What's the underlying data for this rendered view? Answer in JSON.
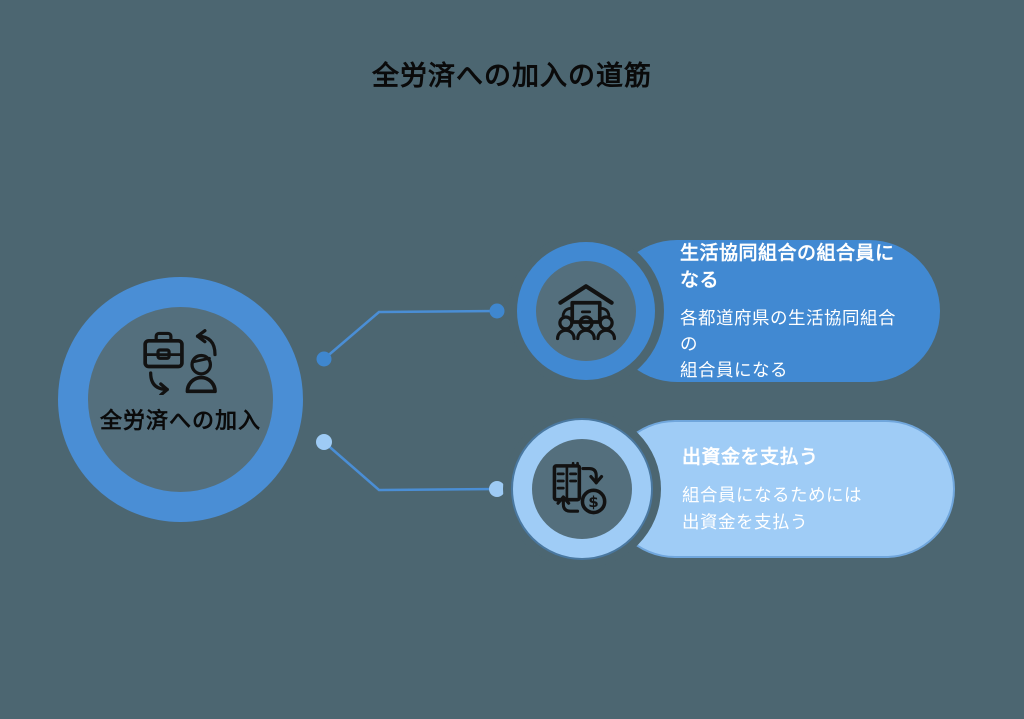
{
  "title": "全労済への加入の道筋",
  "center": {
    "label": "全労済への加入",
    "icon": "briefcase-person-exchange-icon"
  },
  "branches": [
    {
      "id": "coop-membership",
      "icon": "coop-members-house-icon",
      "heading": "生活協同組合の組合員になる",
      "body_lines": [
        "各都道府県の生活協同組合の",
        "組合員になる"
      ]
    },
    {
      "id": "pay-investment",
      "icon": "money-payment-icon",
      "heading": "出資金を支払う",
      "body_lines": [
        "組合員になるためには",
        "出資金を支払う"
      ]
    }
  ],
  "colors": {
    "background": "#4c6671",
    "medium_blue": "#4189d2",
    "ring_blue": "#4a8ed5",
    "light_blue": "#9fccf6",
    "text_on_blue": "#ffffff",
    "title_text": "#0a0a0a",
    "icon_stroke": "#121212",
    "circle_interior": "#546f7d"
  }
}
